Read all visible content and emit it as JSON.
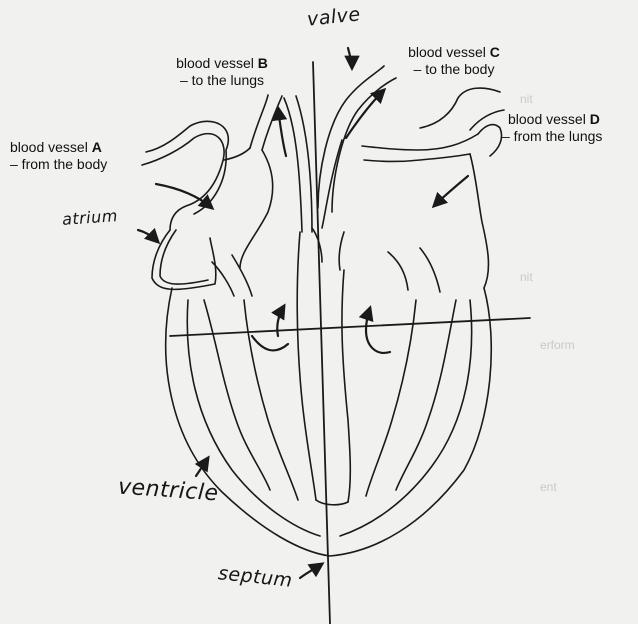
{
  "labels": {
    "vessel_a": {
      "prefix": "blood vessel ",
      "letter": "A",
      "sub": "– from the body"
    },
    "vessel_b": {
      "prefix": "blood vessel ",
      "letter": "B",
      "sub": "– to the lungs"
    },
    "vessel_c": {
      "prefix": "blood vessel ",
      "letter": "C",
      "sub": "– to the body"
    },
    "vessel_d": {
      "prefix": "blood vessel ",
      "letter": "D",
      "sub": "– from the lungs"
    }
  },
  "handwritten": {
    "valve": "valve",
    "atrium": "atrium",
    "ventricle": "ventricle",
    "septum": "septum"
  },
  "colors": {
    "ink": "#1a1a1a",
    "paper": "#f1f1f0",
    "faint_text": "#c9c9c9"
  }
}
